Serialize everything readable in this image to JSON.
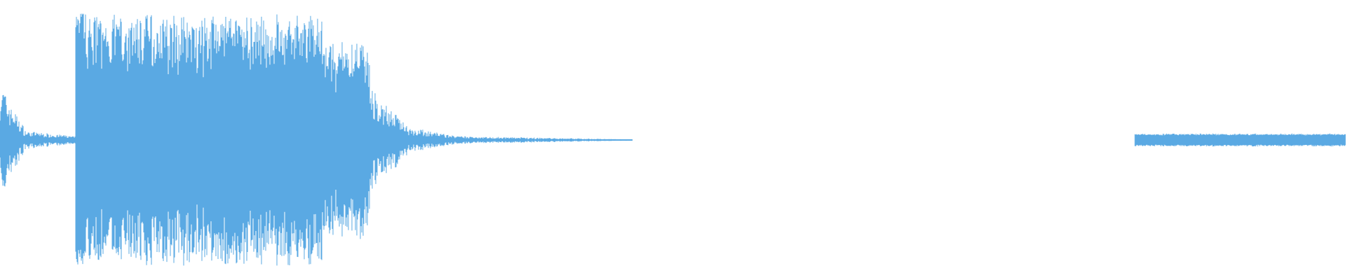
{
  "waveform": {
    "color": "#5aa9e3",
    "background": "#ffffff",
    "duration_fraction_visible": 1.0,
    "segments": [
      {
        "start": 0.0,
        "end": 0.004,
        "peak": 0.42,
        "floor": 0.3,
        "style": "onset"
      },
      {
        "start": 0.004,
        "end": 0.02,
        "peak": 0.36,
        "floor": 0.06,
        "style": "decay"
      },
      {
        "start": 0.02,
        "end": 0.056,
        "peak": 0.07,
        "floor": 0.03,
        "style": "tail"
      },
      {
        "start": 0.056,
        "end": 0.062,
        "peak": 0.97,
        "floor": 0.9,
        "style": "burst"
      },
      {
        "start": 0.062,
        "end": 0.24,
        "peak": 0.95,
        "floor": 0.55,
        "style": "dense"
      },
      {
        "start": 0.24,
        "end": 0.275,
        "peak": 0.75,
        "floor": 0.4,
        "style": "dense"
      },
      {
        "start": 0.275,
        "end": 0.305,
        "peak": 0.4,
        "floor": 0.1,
        "style": "decay"
      },
      {
        "start": 0.305,
        "end": 0.34,
        "peak": 0.1,
        "floor": 0.03,
        "style": "decay"
      },
      {
        "start": 0.34,
        "end": 0.47,
        "peak": 0.03,
        "floor": 0.005,
        "style": "tail"
      },
      {
        "start": 0.47,
        "end": 0.843,
        "peak": 0.0,
        "floor": 0.0,
        "style": "silence"
      },
      {
        "start": 0.843,
        "end": 1.0,
        "peak": 0.05,
        "floor": 0.04,
        "style": "noise"
      }
    ]
  }
}
